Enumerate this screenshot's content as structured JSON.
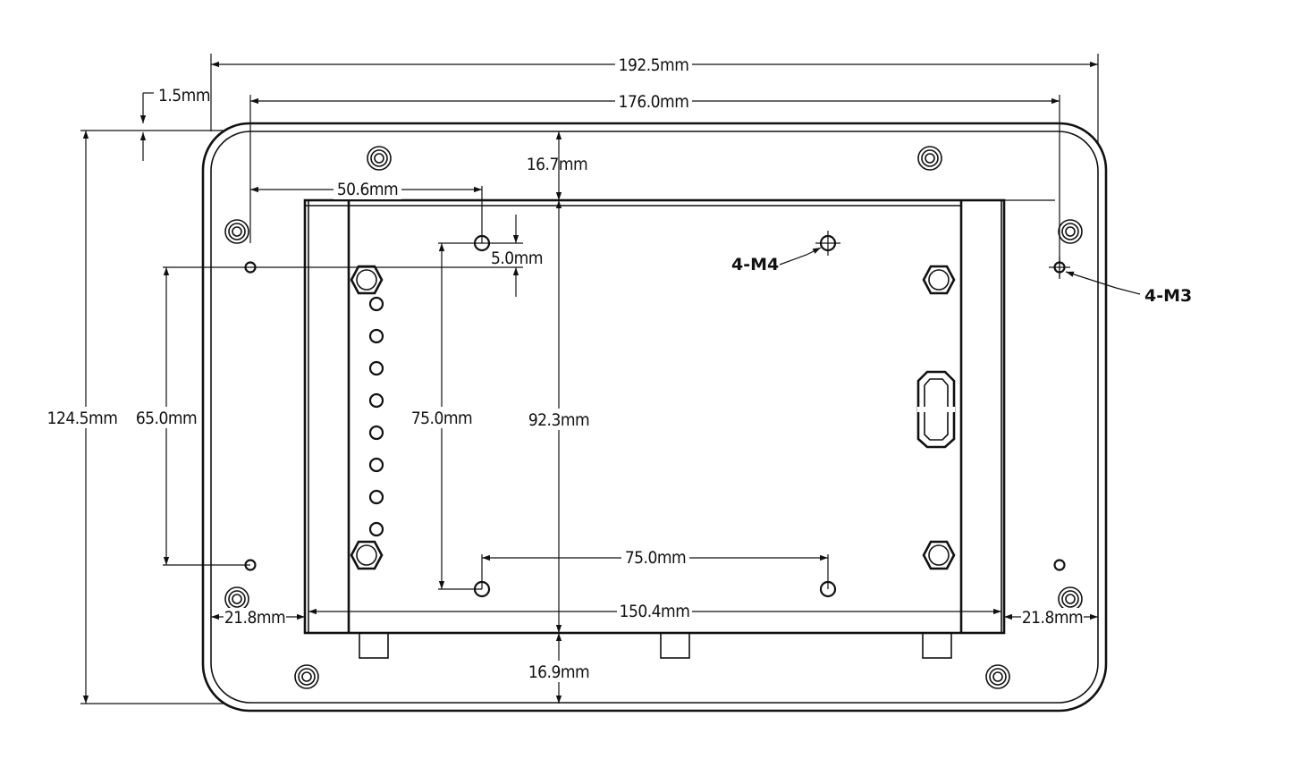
{
  "dimensions": {
    "overall_width": "192.5mm",
    "mount_width": "176.0mm",
    "overall_height": "124.5mm",
    "inner_mount_height": "65.0mm",
    "vesa_height": "75.0mm",
    "panel_height": "92.3mm",
    "vesa_width": "75.0mm",
    "panel_width": "150.4mm",
    "top_offset": "16.7mm",
    "bottom_offset": "16.9mm",
    "left_offset": "50.6mm",
    "hole_vertical_offset": "5.0mm",
    "frame_thickness": "1.5mm",
    "left_margin": "21.8mm",
    "right_margin": "21.8mm"
  },
  "callouts": {
    "m4_holes": "4-M4",
    "m3_holes": "4-M3"
  }
}
